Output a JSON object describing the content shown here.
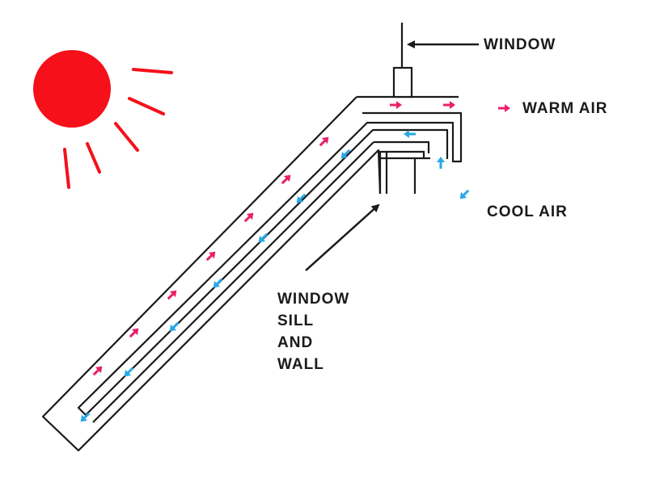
{
  "labels": {
    "window": "WINDOW",
    "warm_air": "WARM AIR",
    "cool_air": "COOL AIR",
    "sill_line1": "WINDOW",
    "sill_line2": "SILL",
    "sill_line3": "AND",
    "sill_line4": "WALL"
  },
  "colors": {
    "sun": "#f5101a",
    "warm_arrow": "#e8206a",
    "cool_arrow": "#2aa8e6",
    "line": "#1a1a1a"
  },
  "icons": {
    "sun": "sun-icon",
    "warm": "arrow-right-icon",
    "cool": "arrow-left-icon"
  }
}
